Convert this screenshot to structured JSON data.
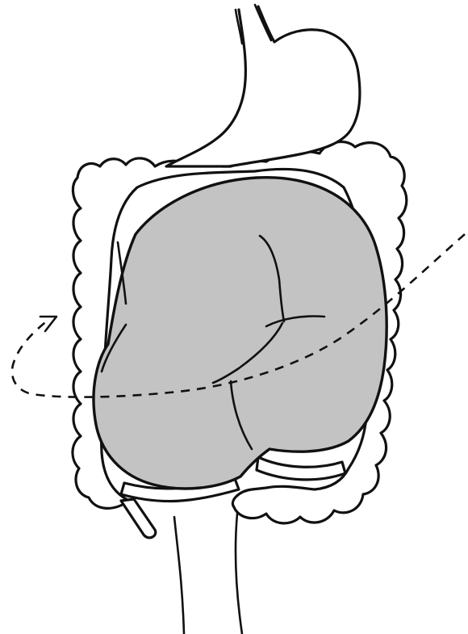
{
  "diagram": {
    "colors": {
      "background": "#ffffff",
      "line": "#111111",
      "volvulus_fill": "#c3c3c3"
    },
    "elements": [
      "esophagus",
      "stomach",
      "colon-frame",
      "volvulus-mass",
      "small-bowel-root",
      "rotation-path",
      "rotation-arrow"
    ]
  }
}
